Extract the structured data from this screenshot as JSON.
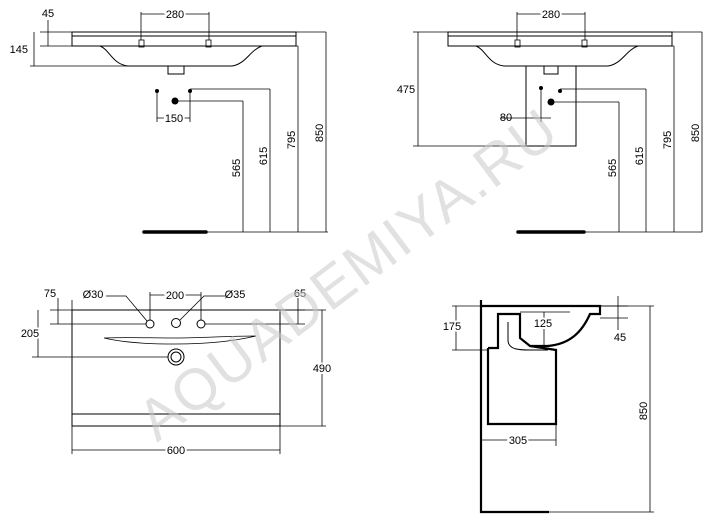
{
  "watermark": "AQUADEMIYA.RU",
  "view_top_left": {
    "dims": [
      "45",
      "280",
      "145",
      "150",
      "565",
      "615",
      "795",
      "850"
    ]
  },
  "view_top_right": {
    "dims": [
      "280",
      "475",
      "80",
      "565",
      "615",
      "795",
      "850"
    ]
  },
  "view_plan": {
    "dims": [
      "75",
      "Ø30",
      "200",
      "Ø35",
      "65",
      "205",
      "490",
      "600"
    ]
  },
  "view_section": {
    "dims": [
      "175",
      "125",
      "45",
      "850",
      "305"
    ]
  }
}
